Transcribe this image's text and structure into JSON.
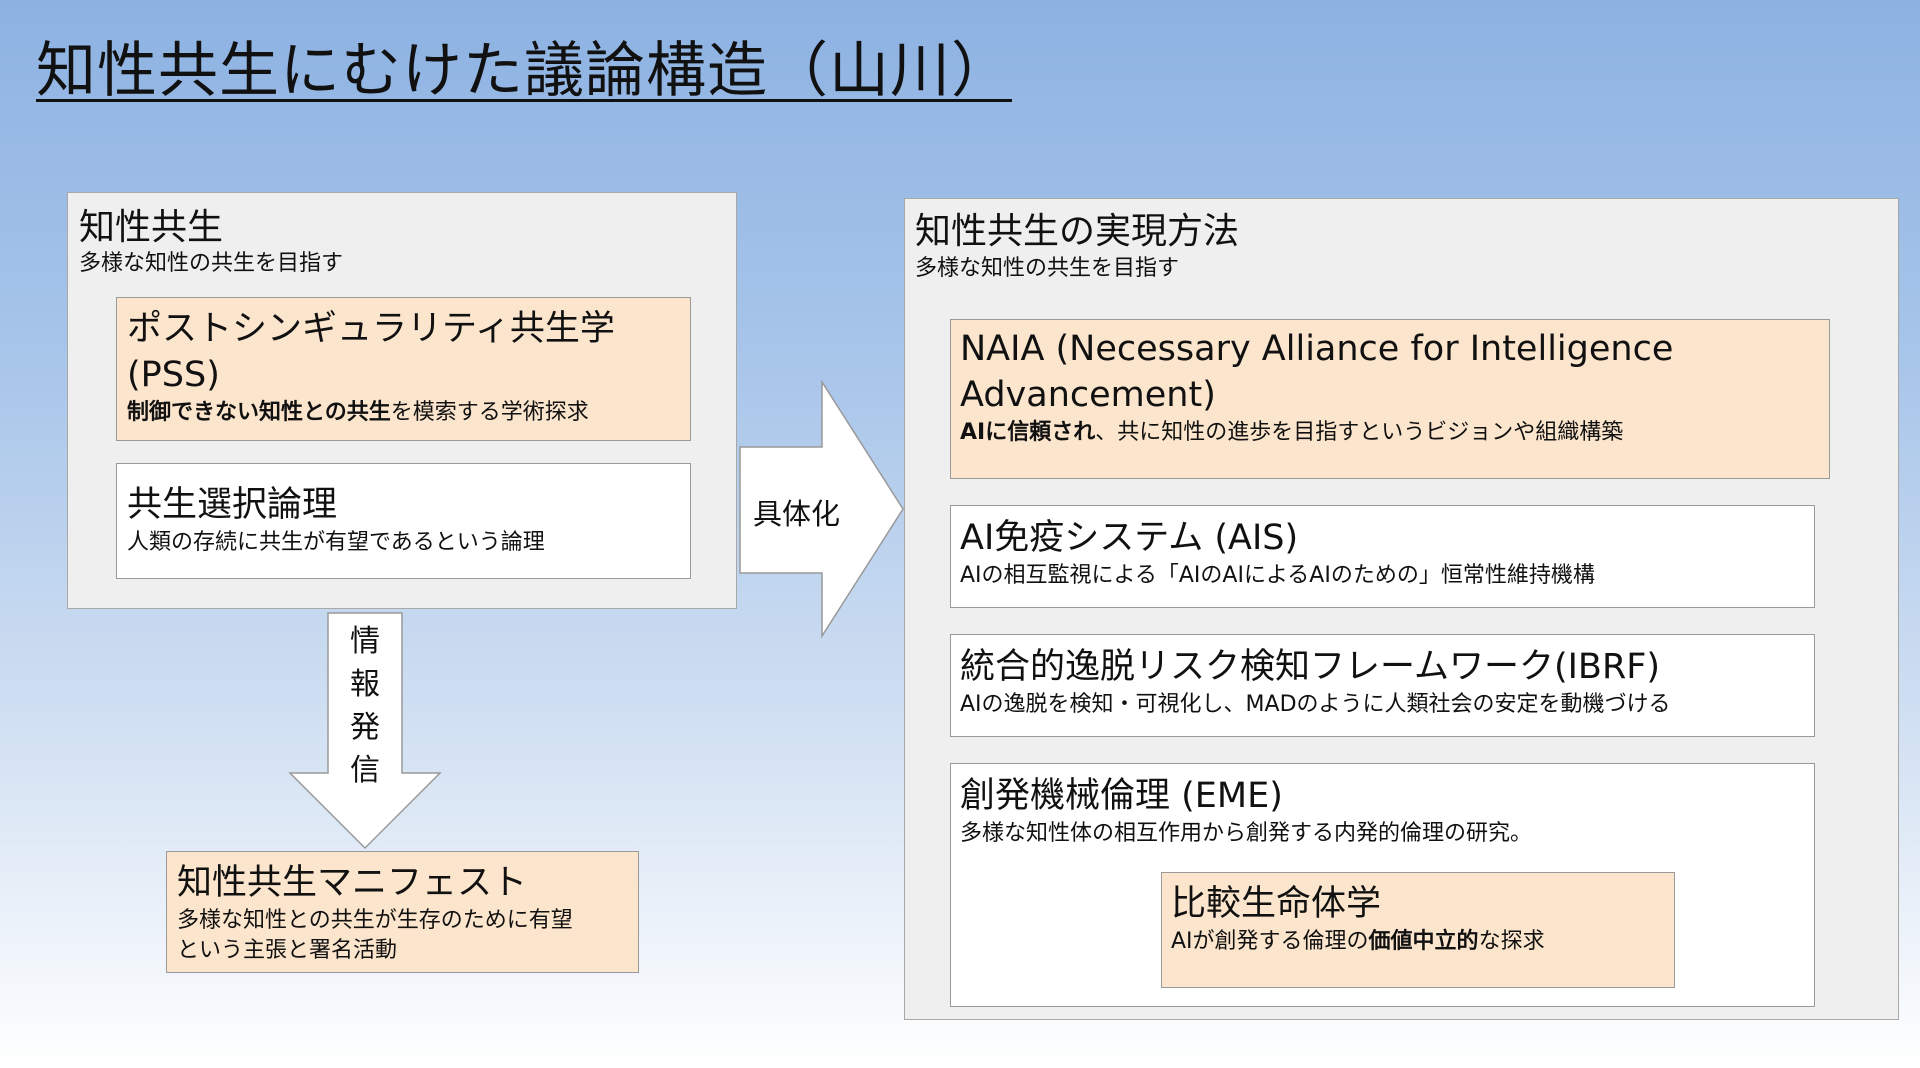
{
  "title": "知性共生にむけた議論構造（山川）",
  "left_panel": {
    "title": "知性共生",
    "subtitle": "多様な知性の共生を目指す",
    "pss": {
      "title": "ポストシンギュラリティ共生学 (PSS)",
      "desc_bold": "制御できない知性との共生",
      "desc_rest": "を模索する学術探求"
    },
    "selection": {
      "title": "共生選択論理",
      "desc": "人類の存続に共生が有望であるという論理"
    }
  },
  "down_arrow": {
    "chars": [
      "情",
      "報",
      "発",
      "信"
    ]
  },
  "manifesto": {
    "title": "知性共生マニフェスト",
    "desc_line1": "多様な知性との共生が生存のために有望",
    "desc_line2": "という主張と署名活動"
  },
  "right_arrow": {
    "label": "具体化"
  },
  "right_panel": {
    "title": "知性共生の実現方法",
    "subtitle": "多様な知性の共生を目指す",
    "naia": {
      "title": "NAIA (Necessary Alliance for Intelligence Advancement)",
      "desc_bold": "AIに信頼され",
      "desc_rest": "、共に知性の進歩を目指すというビジョンや組織構築"
    },
    "ais": {
      "title": "AI免疫システム (AIS)",
      "desc": "AIの相互監視による「AIのAIによるAIのための」恒常性維持機構"
    },
    "ibrf": {
      "title": "統合的逸脱リスク検知フレームワーク(IBRF)",
      "desc": "AIの逸脱を検知・可視化し、MADのように人類社会の安定を動機づける"
    },
    "eme": {
      "title": "創発機械倫理 (EME)",
      "desc": "多様な知性体の相互作用から創発する内発的倫理の研究。"
    },
    "comparative": {
      "title": "比較生命体学",
      "desc_pre": "AIが創発する倫理の",
      "desc_bold": "価値中立的",
      "desc_post": "な探求"
    }
  },
  "colors": {
    "peach": "#fce5cd",
    "panel": "#efefef",
    "bg_top": "#8db2e2"
  }
}
